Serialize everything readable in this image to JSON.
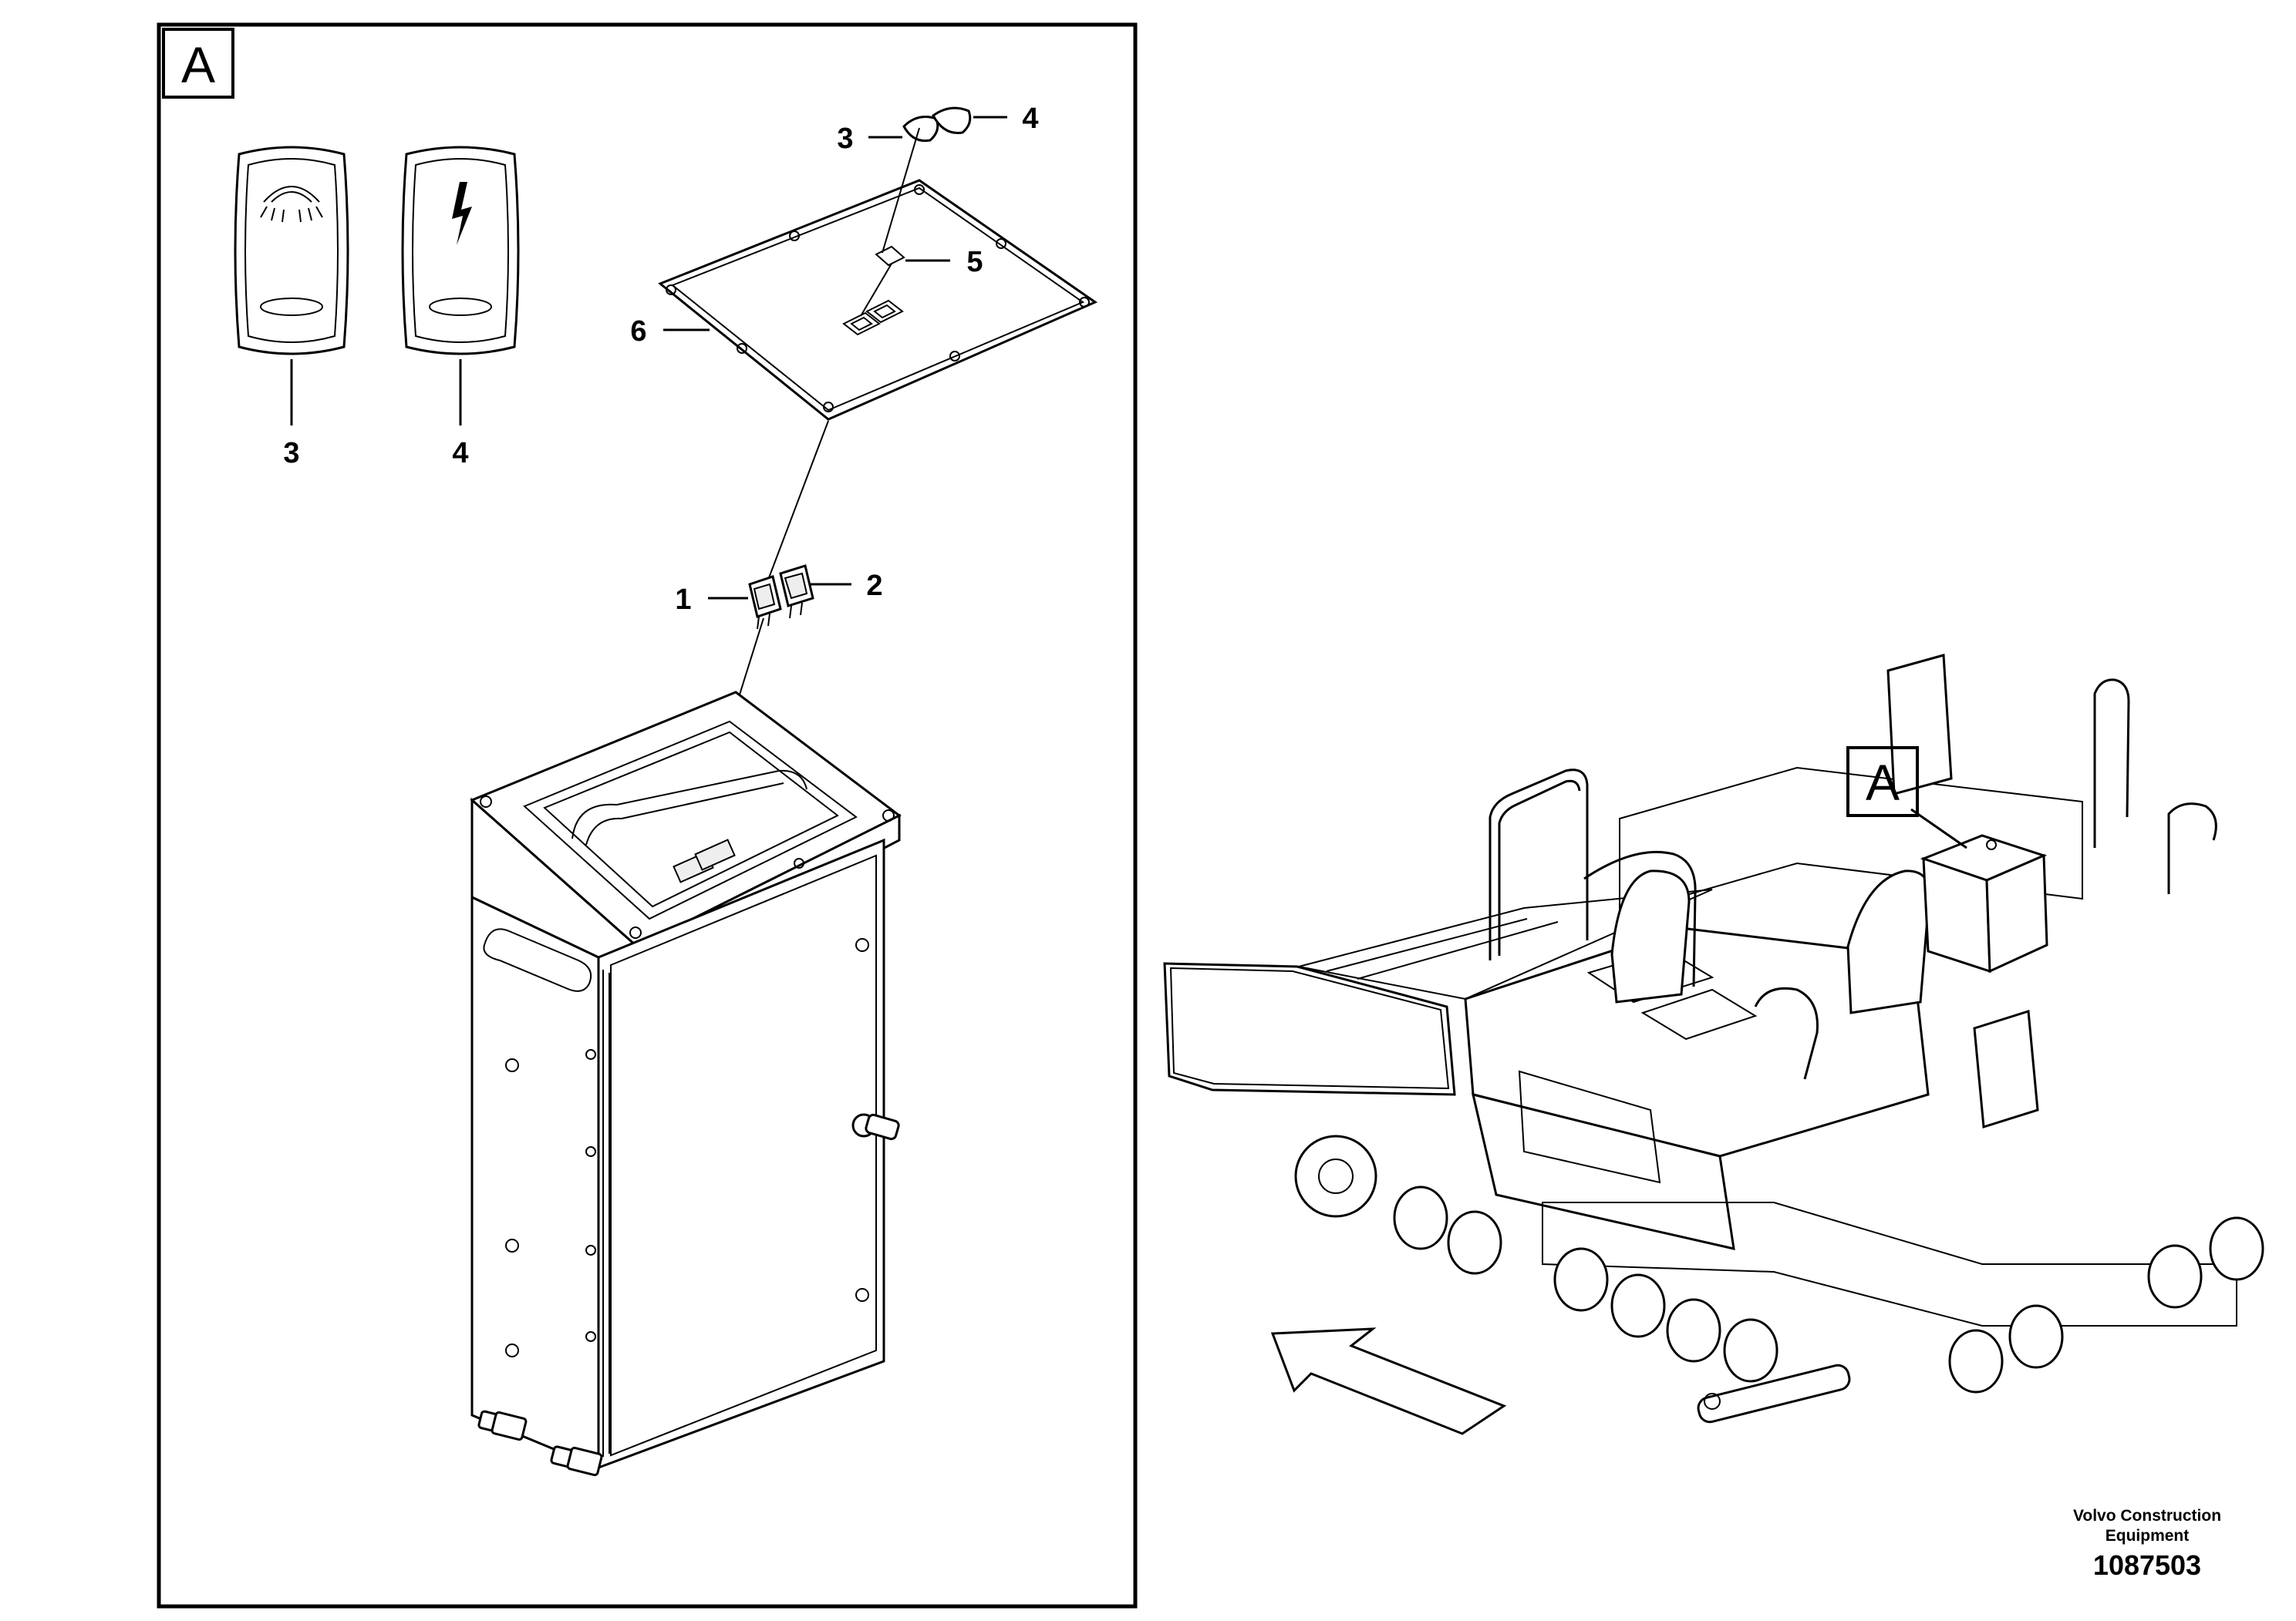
{
  "detail_view": {
    "label": "A",
    "callouts": [
      "1",
      "2",
      "3",
      "4",
      "5",
      "6"
    ],
    "switch_caps": [
      {
        "number": "3",
        "icon": "work-light-icon"
      },
      {
        "number": "4",
        "icon": "lightning-icon"
      }
    ]
  },
  "machine_view": {
    "label": "A",
    "direction": "travel-direction-arrow"
  },
  "footer": {
    "brand": "Volvo Construction Equipment",
    "drawing_number": "1087503"
  }
}
